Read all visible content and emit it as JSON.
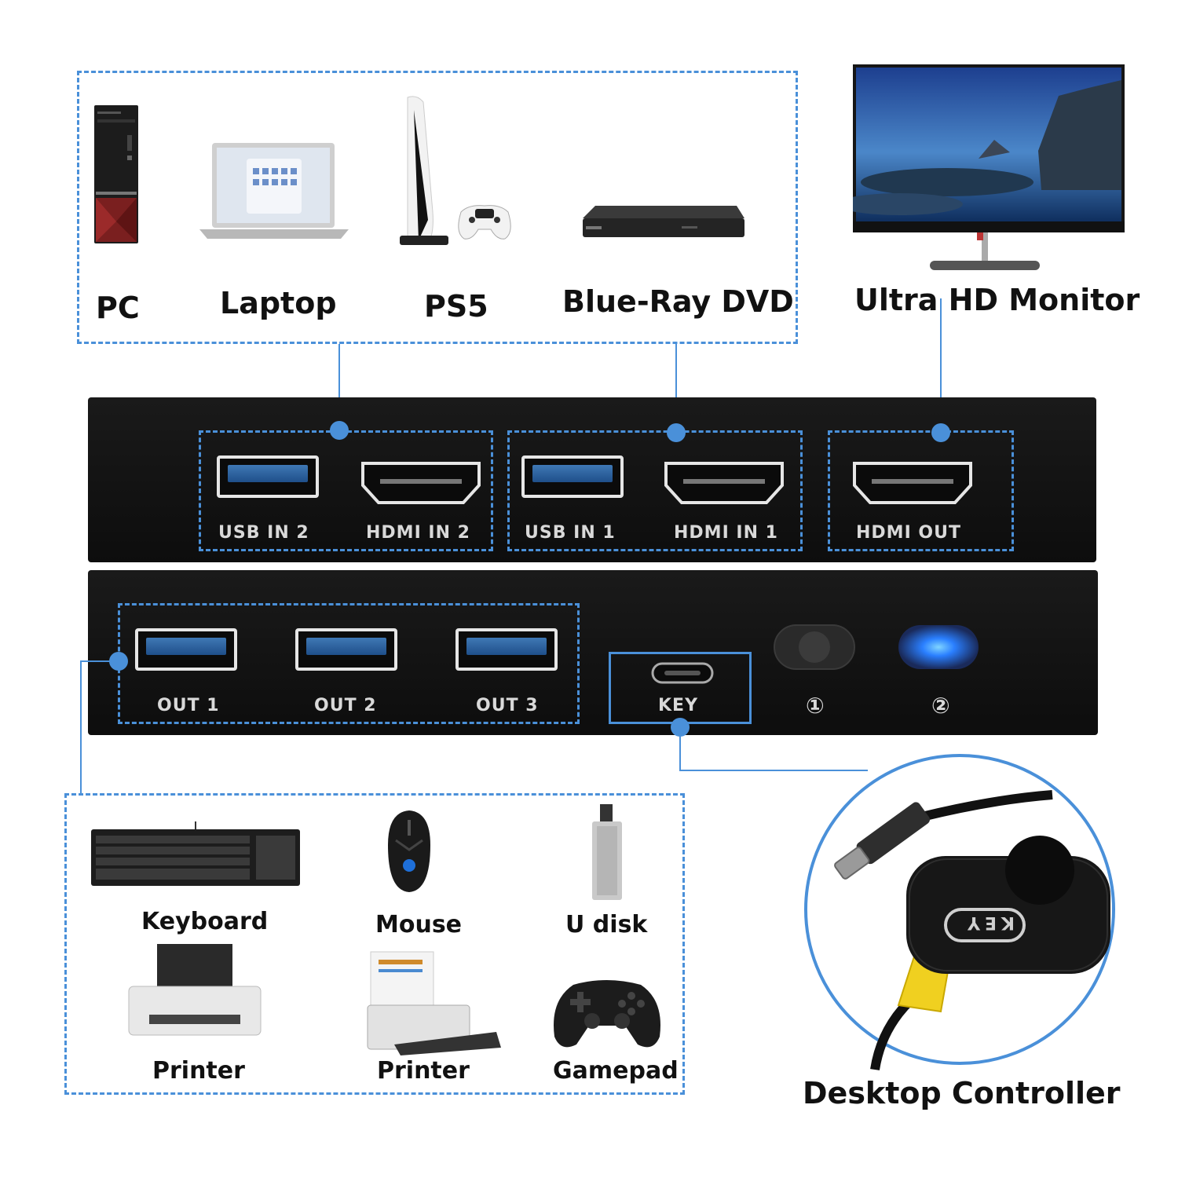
{
  "top_sources": {
    "pc": "PC",
    "laptop": "Laptop",
    "ps5": "PS5",
    "bluray": "Blue-Ray DVD"
  },
  "monitor": "Ultra HD Monitor",
  "back_panel": {
    "usb_in_2": "USB IN 2",
    "hdmi_in_2": "HDMI IN 2",
    "usb_in_1": "USB IN 1",
    "hdmi_in_1": "HDMI IN 1",
    "hdmi_out": "HDMI OUT"
  },
  "front_panel": {
    "out_1": "OUT 1",
    "out_2": "OUT 2",
    "out_3": "OUT 3",
    "key": "KEY",
    "led_1": "①",
    "led_2": "②"
  },
  "peripherals": {
    "keyboard": "Keyboard",
    "mouse": "Mouse",
    "udisk": "U disk",
    "printer_1": "Printer",
    "printer_2": "Printer",
    "gamepad": "Gamepad"
  },
  "controller": {
    "label": "Desktop Controller",
    "button_text": "KEY"
  },
  "colors": {
    "accent_blue": "#4a90d9",
    "led_on": "#2a7fff",
    "device_body": "#111111"
  }
}
